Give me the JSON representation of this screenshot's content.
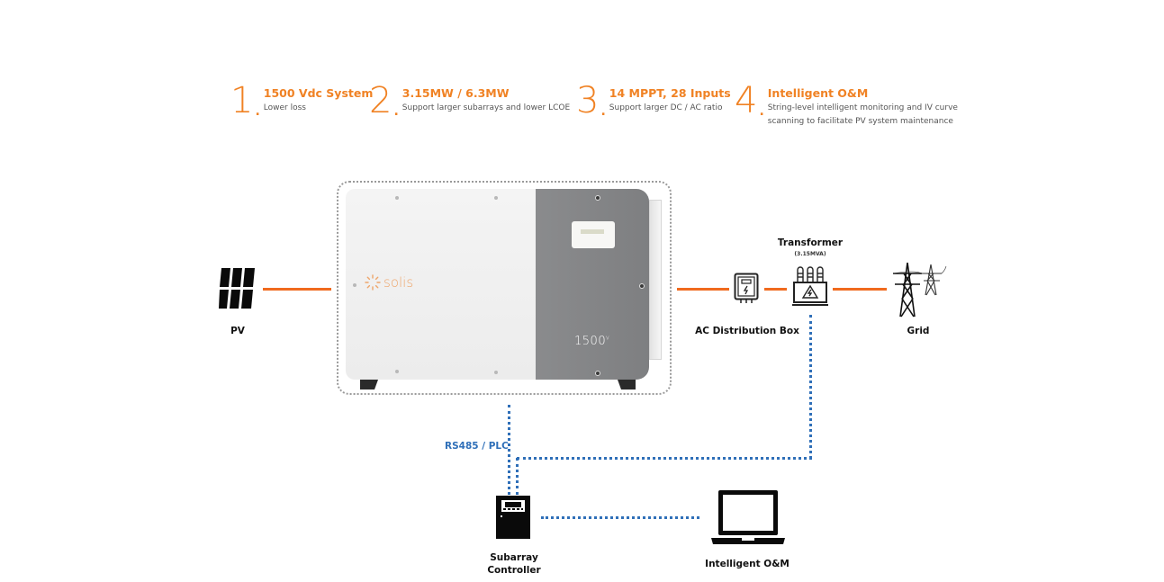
{
  "features": [
    {
      "number": "1",
      "title": "1500 Vdc System",
      "desc_lines": [
        "Lower loss"
      ]
    },
    {
      "number": "2",
      "title": "3.15MW / 6.3MW",
      "desc_lines": [
        "Support larger subarrays and lower LCOE"
      ]
    },
    {
      "number": "3",
      "title": "14 MPPT, 28 Inputs",
      "desc_lines": [
        "Support larger DC / AC ratio"
      ]
    },
    {
      "number": "4",
      "title": "Intelligent O&M",
      "desc_lines": [
        "String-level intelligent monitoring and IV curve",
        "scanning to facilitate PV system maintenance"
      ]
    }
  ],
  "nodes": {
    "pv": {
      "label": "PV",
      "icon": "solar-panel-icon"
    },
    "inverter": {
      "brand": "solis",
      "model": "1500",
      "model_sup": "V",
      "icon": "inverter-image"
    },
    "ac_box": {
      "label": "AC Distribution Box",
      "icon": "distribution-box-icon"
    },
    "transformer": {
      "label": "Transformer",
      "sublabel": "(3.15MVA)",
      "icon": "transformer-icon"
    },
    "grid": {
      "label": "Grid",
      "icon": "power-tower-icon"
    },
    "controller": {
      "label_lines": [
        "Subarray",
        "Controller"
      ],
      "icon": "subarray-controller-icon"
    },
    "om": {
      "label": "Intelligent O&M",
      "icon": "laptop-icon"
    }
  },
  "links": {
    "comm_label": "RS485 / PLC"
  },
  "colors": {
    "accent_orange": "#f08224",
    "power_line": "#f06a1e",
    "comm_line": "#2f6fb8",
    "inverter_panel": "#838486"
  }
}
